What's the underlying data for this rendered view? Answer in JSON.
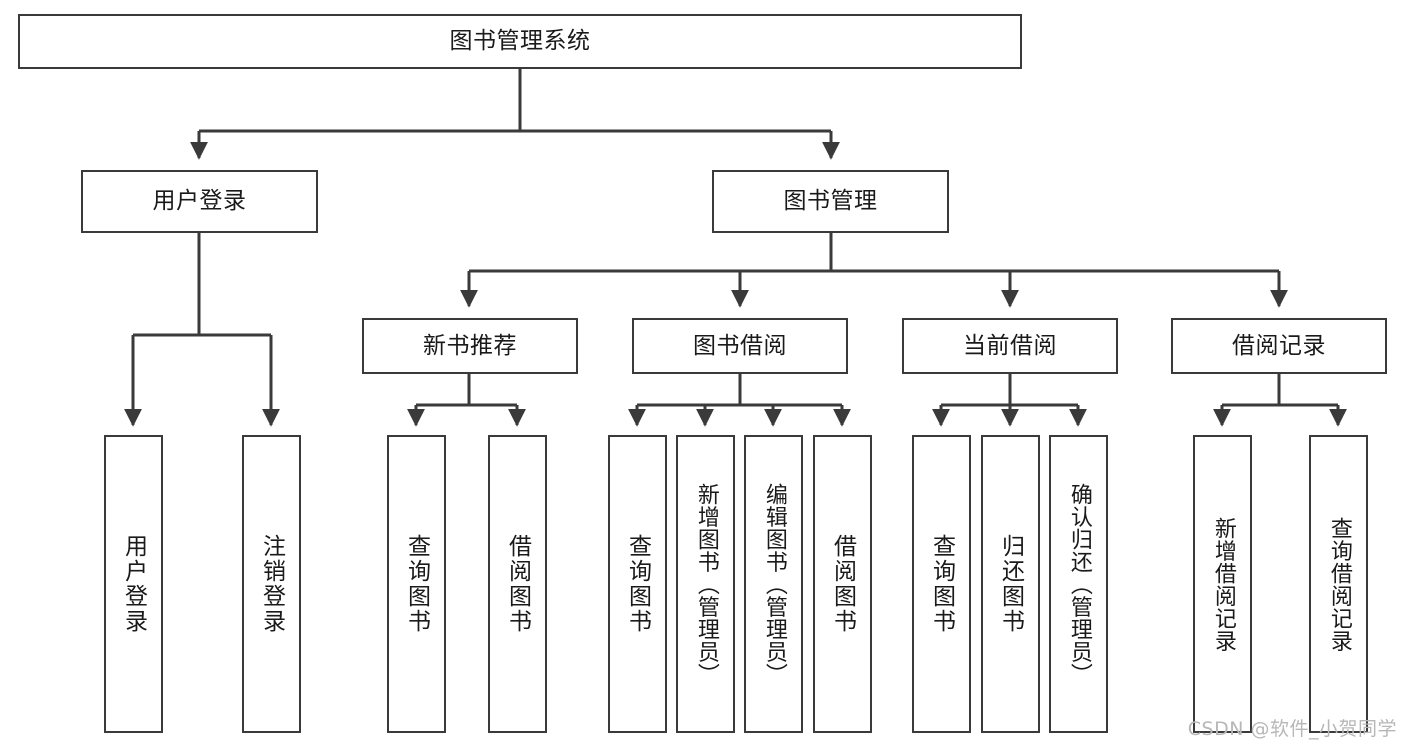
{
  "diagram": {
    "title": "图书管理系统",
    "type": "tree-hierarchy",
    "watermark": "CSDN @软件_小贺同学",
    "colors": {
      "stroke": "#3a3a3a",
      "fill": "#ffffff",
      "text": "#1a1a1a",
      "watermark": "#b7b7b7"
    },
    "levels": {
      "root": "图书管理系统",
      "level2": [
        "用户登录",
        "图书管理"
      ],
      "level3": [
        "新书推荐",
        "图书借阅",
        "当前借阅",
        "借阅记录"
      ]
    },
    "nodes": {
      "root": {
        "label": "图书管理系统"
      },
      "user_login": {
        "label": "用户登录"
      },
      "book_manage": {
        "label": "图书管理"
      },
      "new_book_rec": {
        "label": "新书推荐"
      },
      "book_borrow": {
        "label": "图书借阅"
      },
      "current_borrow": {
        "label": "当前借阅"
      },
      "borrow_record": {
        "label": "借阅记录"
      },
      "leaf_user_login": {
        "label": "用户登录"
      },
      "leaf_logout": {
        "label": "注销登录"
      },
      "leaf_query_book_1": {
        "label": "查询图书"
      },
      "leaf_borrow_book_1": {
        "label": "借阅图书"
      },
      "leaf_query_book_2": {
        "label": "查询图书"
      },
      "leaf_add_book": {
        "label": "新增图书（管理员）"
      },
      "leaf_edit_book": {
        "label": "编辑图书（管理员）"
      },
      "leaf_borrow_book_2": {
        "label": "借阅图书"
      },
      "leaf_query_book_3": {
        "label": "查询图书"
      },
      "leaf_return_book": {
        "label": "归还图书"
      },
      "leaf_confirm_return": {
        "label": "确认归还（管理员）"
      },
      "leaf_add_record": {
        "label": "新增借阅记录"
      },
      "leaf_query_record": {
        "label": "查询借阅记录"
      }
    }
  }
}
